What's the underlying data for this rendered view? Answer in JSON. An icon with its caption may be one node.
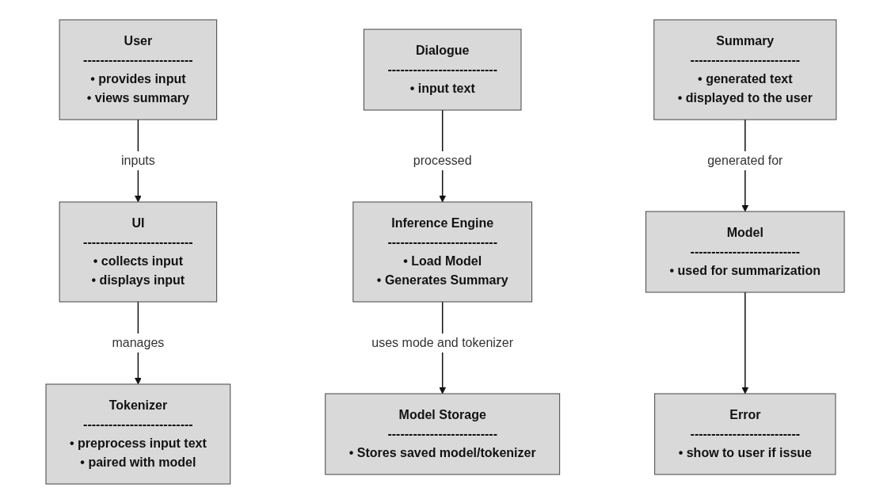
{
  "diagram": {
    "nodes": [
      {
        "text": [
          "User",
          "--------------------------",
          "• provides input",
          "• views summary"
        ]
      },
      {
        "text": [
          "Dialogue",
          "--------------------------",
          "• input text"
        ]
      },
      {
        "text": [
          "Summary",
          "--------------------------",
          "• generated text",
          "• displayed to the user"
        ]
      },
      {
        "text": [
          "UI",
          "--------------------------",
          "• collects input",
          "• displays input"
        ]
      },
      {
        "text": [
          "Inference Engine",
          "--------------------------",
          "• Load Model",
          "• Generates Summary"
        ]
      },
      {
        "text": [
          "Model",
          "--------------------------",
          "• used for summarization"
        ]
      },
      {
        "text": [
          "Tokenizer",
          "--------------------------",
          "• preprocess input text",
          "• paired with model"
        ]
      },
      {
        "text": [
          "Model Storage",
          "--------------------------",
          "• Stores saved model/tokenizer"
        ]
      },
      {
        "text": [
          "Error",
          "--------------------------",
          "• show to user if issue"
        ]
      }
    ],
    "edges": [
      {
        "from": 0,
        "to": 3,
        "arrow": "to",
        "label": "inputs"
      },
      {
        "from": 3,
        "to": 6,
        "arrow": "to",
        "label": "manages"
      },
      {
        "from": 1,
        "to": 4,
        "arrow": "to",
        "label": "processed"
      },
      {
        "from": 4,
        "to": 7,
        "arrow": "to",
        "label": "uses mode and tokenizer"
      },
      {
        "from": 2,
        "to": 5,
        "arrow": "to",
        "label": "generated for"
      },
      {
        "from": 5,
        "to": 8,
        "arrow": "to"
      }
    ]
  }
}
